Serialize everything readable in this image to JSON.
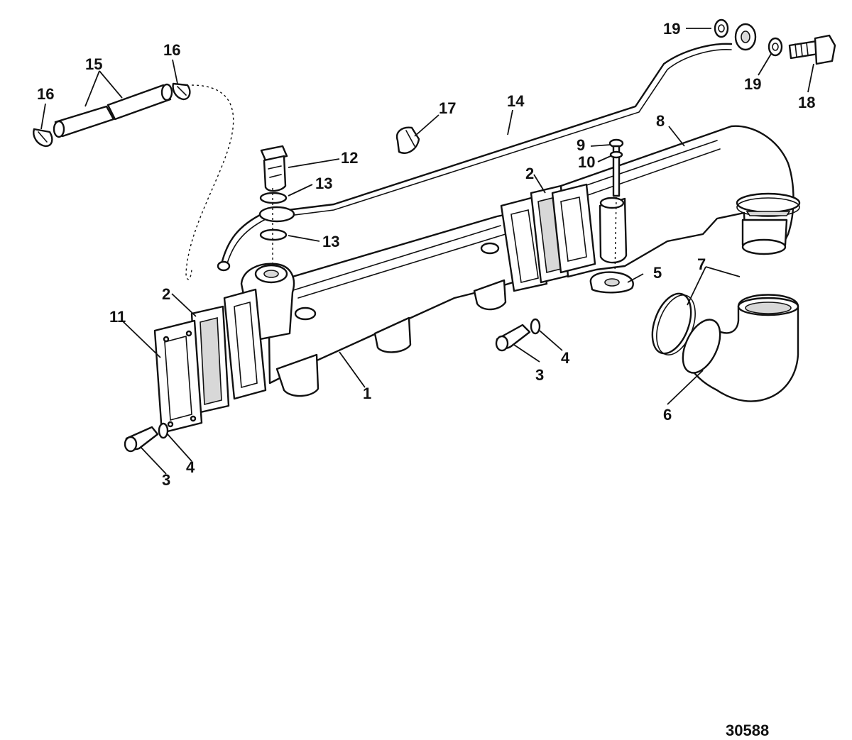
{
  "diagram": {
    "figure_number": "30588",
    "callouts": {
      "manifold": "1",
      "gasket_left": "2",
      "gasket_right": "2",
      "screw_left": "3",
      "screw_right": "3",
      "washer_left": "4",
      "washer_right": "4",
      "clamp_plate": "5",
      "elbow": "6",
      "hose_clamp": "7",
      "elbow_manifold": "8",
      "bolt": "9",
      "washer_small": "10",
      "end_plate": "11",
      "banjo_bolt": "12",
      "sealing_washer_top": "13",
      "sealing_washer_bottom": "13",
      "water_line": "14",
      "hose": "15",
      "clamp_left": "16",
      "clamp_right": "16",
      "clip": "17",
      "fitting_bolt": "18",
      "fitting_washer_top": "19",
      "fitting_washer_bottom": "19"
    }
  }
}
